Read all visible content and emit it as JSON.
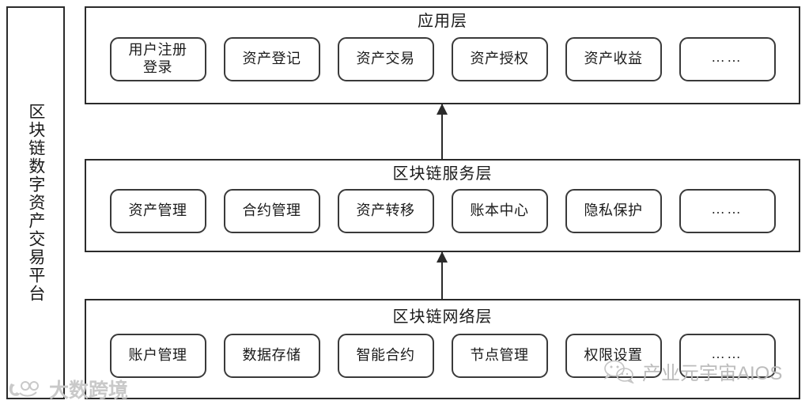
{
  "diagram": {
    "platform_label": "区块链数字资产交易平台",
    "layers": [
      {
        "id": "application",
        "title": "应用层",
        "modules": [
          {
            "label": "用户注册\n登录",
            "type": "two-line"
          },
          {
            "label": "资产登记",
            "type": "text"
          },
          {
            "label": "资产交易",
            "type": "text"
          },
          {
            "label": "资产授权",
            "type": "text"
          },
          {
            "label": "资产收益",
            "type": "text"
          },
          {
            "label": "……",
            "type": "ellipsis"
          }
        ]
      },
      {
        "id": "service",
        "title": "区块链服务层",
        "modules": [
          {
            "label": "资产管理",
            "type": "text"
          },
          {
            "label": "合约管理",
            "type": "text"
          },
          {
            "label": "资产转移",
            "type": "text"
          },
          {
            "label": "账本中心",
            "type": "text"
          },
          {
            "label": "隐私保护",
            "type": "text"
          },
          {
            "label": "……",
            "type": "ellipsis"
          }
        ]
      },
      {
        "id": "network",
        "title": "区块链网络层",
        "modules": [
          {
            "label": "账户管理",
            "type": "text"
          },
          {
            "label": "数据存储",
            "type": "text"
          },
          {
            "label": "智能合约",
            "type": "text"
          },
          {
            "label": "节点管理",
            "type": "text"
          },
          {
            "label": "权限设置",
            "type": "text"
          },
          {
            "label": "……",
            "type": "ellipsis"
          }
        ]
      }
    ],
    "connectors": [
      {
        "id": "network-to-service",
        "direction": "up"
      },
      {
        "id": "service-to-application",
        "direction": "up"
      }
    ]
  },
  "watermarks": {
    "left": {
      "text": "大数跨境",
      "icon": "dashu-logo-icon",
      "color": "#c9c9c9"
    },
    "right": {
      "text": "产业元宇宙AIOS",
      "icon": "wechat-icon",
      "color": "#bcbcbc"
    }
  },
  "colors": {
    "line": "#2b2b2b",
    "module_border": "#3a3a3a",
    "text": "#1a1a1a",
    "background": "#ffffff"
  }
}
